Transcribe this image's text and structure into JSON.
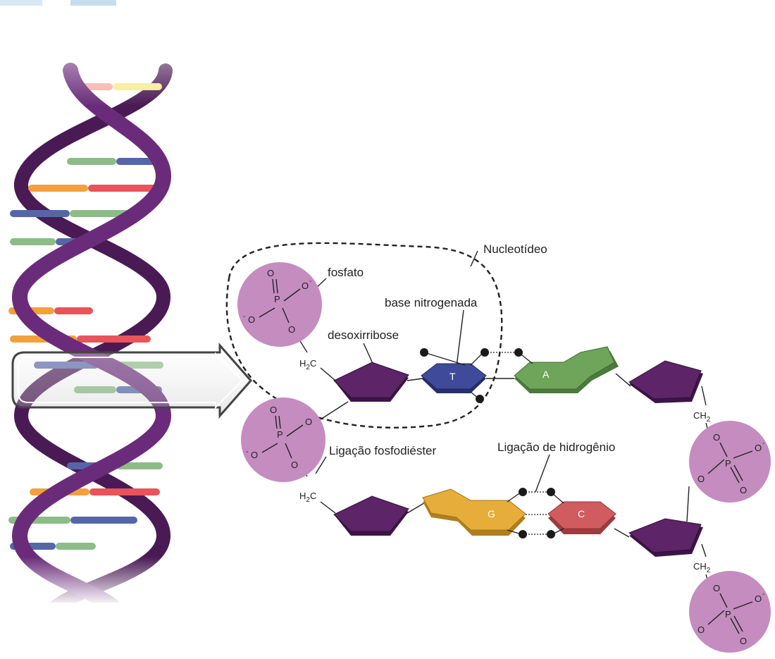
{
  "labels": {
    "nucleotide": "Nucleotídeo",
    "phosphate": "fosfato",
    "nitrogenous_base": "base nitrogenada",
    "deoxyribose": "desoxirribose",
    "phosphodiester_bond": "Ligação fosfodiéster",
    "hydrogen_bond": "Ligação de hidrogênio"
  },
  "chem": {
    "P": "P",
    "O": "O",
    "minus": "-",
    "H": "H",
    "C": "C",
    "two": "2"
  },
  "bases": {
    "thymine": "T",
    "adenine": "A",
    "guanine": "G",
    "cytosine": "C"
  },
  "colors": {
    "backbone": "#5d2467",
    "phosphate": "#c58cc0",
    "thymine": "#3f4b9a",
    "adenine": "#6fa55a",
    "guanine": "#e6ad3a",
    "cytosine": "#d05c5f",
    "rung_blue": "#5566a8",
    "rung_green": "#8cbd86",
    "rung_orange": "#f2a03f",
    "rung_red": "#e8545a",
    "rung_yellow": "#f6ec8c"
  }
}
